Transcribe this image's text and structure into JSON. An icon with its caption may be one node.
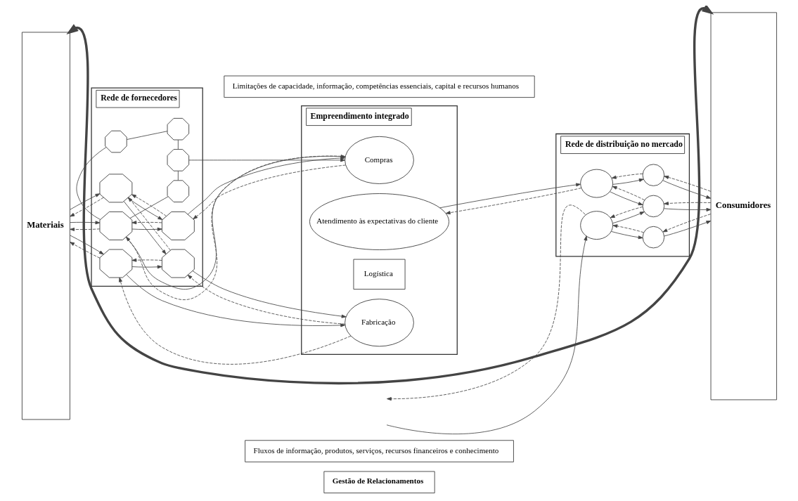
{
  "diagram": {
    "nodes": [
      {
        "text": [
          "Gestão de Relacionamentos"
        ]
      },
      {
        "text": [
          "Fluxos de informação, produtos, serviços, recursos financeiros e conhecimento"
        ]
      },
      {
        "text": [
          "Materiais"
        ]
      },
      {
        "text": [
          "Rede de fornecedores"
        ]
      },
      {
        "text": [],
        "shape": "octagon",
        "in": 3
      },
      {
        "text": [],
        "shape": "octagon",
        "in": 3
      },
      {
        "text": [],
        "shape": "octagon",
        "in": 3
      },
      {
        "text": [],
        "shape": "octagon",
        "in": 3
      },
      {
        "text": [],
        "shape": "octagon",
        "in": 3
      },
      {
        "text": [],
        "shape": "octagon",
        "in": 3
      },
      {
        "text": [],
        "shape": "octagon",
        "in": 3
      },
      {
        "text": [],
        "shape": "octagon",
        "in": 3
      },
      {
        "text": [],
        "shape": "octagon",
        "in": 3
      },
      {
        "text": [
          "Empreendimento integrado"
        ]
      },
      {
        "text": [
          "Compras"
        ],
        "in": 13
      },
      {
        "text": [
          "Atendimento às expectativas do cliente"
        ],
        "in": 13
      },
      {
        "text": [
          "Logística"
        ],
        "in": 13
      },
      {
        "text": [
          "Fabricação"
        ],
        "in": 13
      },
      {
        "text": [
          "Rede de distribuição no mercado"
        ]
      },
      {
        "text": [],
        "shape": "circle",
        "in": 18
      },
      {
        "text": [],
        "shape": "circle",
        "in": 18
      },
      {
        "text": [],
        "shape": "circle",
        "in": 18
      },
      {
        "text": [],
        "shape": "circle",
        "in": 18
      },
      {
        "text": [],
        "shape": "circle",
        "in": 18
      },
      {
        "text": [
          "Consumidores"
        ]
      },
      {
        "text": [
          "Limitações de capacidade, informação, competências essenciais, capital e recursos humanos"
        ]
      }
    ],
    "edges": [
      {
        "from": 2,
        "to": 24,
        "arrow": "both",
        "style": "thick"
      },
      {
        "from": 4,
        "to": 5,
        "arrow": "none"
      },
      {
        "from": 4,
        "to": 6,
        "arrow": "none"
      },
      {
        "from": 6,
        "to": 7,
        "arrow": "none"
      },
      {
        "from": 7,
        "to": 8,
        "arrow": "none"
      },
      {
        "from": 5,
        "to": 8,
        "arrow": "none"
      },
      {
        "from": 6,
        "to": 14,
        "arrow": "to"
      },
      {
        "from": 2,
        "to": 8,
        "arrow": "to"
      },
      {
        "from": 8,
        "to": 2,
        "arrow": "to",
        "style": "dashed"
      },
      {
        "from": 8,
        "to": 14,
        "arrow": "to"
      },
      {
        "from": 14,
        "to": 8,
        "arrow": "to",
        "style": "dashed"
      },
      {
        "from": 8,
        "to": 9,
        "arrow": "to"
      },
      {
        "from": 9,
        "to": 8,
        "arrow": "to",
        "style": "dashed"
      },
      {
        "from": 9,
        "to": 14,
        "arrow": "to"
      },
      {
        "from": 14,
        "to": 9,
        "arrow": "to",
        "style": "dashed"
      },
      {
        "from": 2,
        "to": 10,
        "arrow": "to"
      },
      {
        "from": 10,
        "to": 2,
        "arrow": "to",
        "style": "dashed"
      },
      {
        "from": 10,
        "to": 9,
        "arrow": "to"
      },
      {
        "from": 9,
        "to": 10,
        "arrow": "to",
        "style": "dashed"
      },
      {
        "from": 10,
        "to": 11,
        "arrow": "to"
      },
      {
        "from": 11,
        "to": 10,
        "arrow": "to",
        "style": "dashed"
      },
      {
        "from": 11,
        "to": 17,
        "arrow": "to"
      },
      {
        "from": 17,
        "to": 11,
        "arrow": "to",
        "style": "dashed"
      },
      {
        "from": 2,
        "to": 12,
        "arrow": "to"
      },
      {
        "from": 12,
        "to": 2,
        "arrow": "to",
        "style": "dashed"
      },
      {
        "from": 12,
        "to": 11,
        "arrow": "to"
      },
      {
        "from": 11,
        "to": 12,
        "arrow": "to",
        "style": "dashed"
      },
      {
        "from": 12,
        "to": 17,
        "arrow": "to"
      },
      {
        "from": 17,
        "to": 12,
        "arrow": "to",
        "style": "dashed"
      },
      {
        "from": 15,
        "to": 19,
        "arrow": "to"
      },
      {
        "from": 19,
        "to": 15,
        "arrow": "to",
        "style": "dashed"
      },
      {
        "from": null,
        "to": 20,
        "arrow": "to"
      },
      {
        "from": 20,
        "to": null,
        "arrow": "to",
        "style": "dashed"
      },
      {
        "from": 19,
        "to": 21,
        "arrow": "to"
      },
      {
        "from": 21,
        "to": 19,
        "arrow": "to",
        "style": "dashed"
      },
      {
        "from": 19,
        "to": 22,
        "arrow": "to"
      },
      {
        "from": 22,
        "to": 19,
        "arrow": "to",
        "style": "dashed"
      },
      {
        "from": 20,
        "to": 22,
        "arrow": "to"
      },
      {
        "from": 22,
        "to": 20,
        "arrow": "to",
        "style": "dashed"
      },
      {
        "from": 20,
        "to": 23,
        "arrow": "to"
      },
      {
        "from": 23,
        "to": 20,
        "arrow": "to",
        "style": "dashed"
      },
      {
        "from": 21,
        "to": 24,
        "arrow": "to"
      },
      {
        "from": 24,
        "to": 21,
        "arrow": "to",
        "style": "dashed"
      },
      {
        "from": 22,
        "to": 24,
        "arrow": "to"
      },
      {
        "from": 24,
        "to": 22,
        "arrow": "to",
        "style": "dashed"
      },
      {
        "from": 23,
        "to": 24,
        "arrow": "to"
      },
      {
        "from": 24,
        "to": 23,
        "arrow": "to",
        "style": "dashed"
      }
    ]
  }
}
